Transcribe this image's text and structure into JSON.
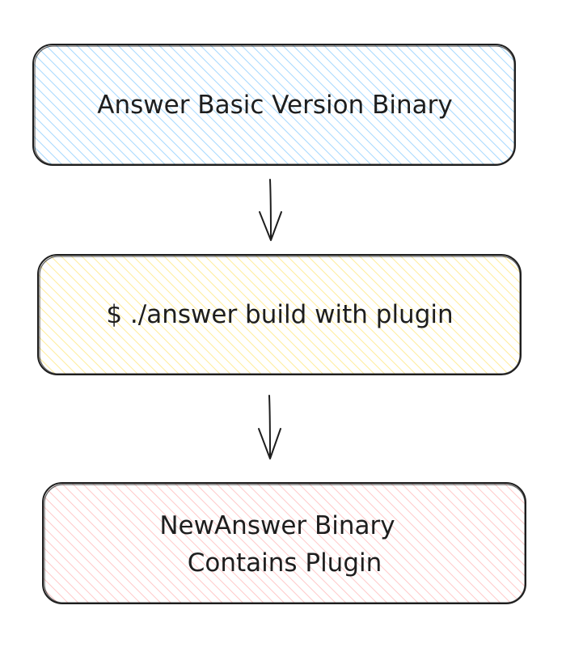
{
  "nodes": [
    {
      "id": "basic-binary",
      "lines": [
        "Answer Basic Version Binary"
      ],
      "fill_color": "#a5d8ff",
      "stroke_color": "#1e1e1e"
    },
    {
      "id": "build-command",
      "lines": [
        "$ ./answer build with plugin"
      ],
      "fill_color": "#ffec99",
      "stroke_color": "#1e1e1e"
    },
    {
      "id": "new-binary",
      "lines": [
        "NewAnswer Binary",
        "Contains Plugin"
      ],
      "fill_color": "#ffc9c9",
      "stroke_color": "#1e1e1e"
    }
  ],
  "edges": [
    {
      "from": "basic-binary",
      "to": "build-command"
    },
    {
      "from": "build-command",
      "to": "new-binary"
    }
  ]
}
